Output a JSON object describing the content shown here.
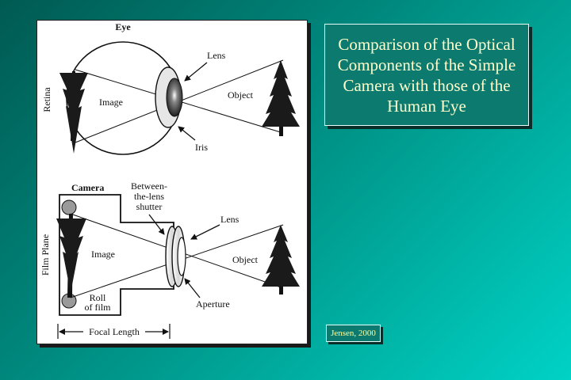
{
  "slide": {
    "title": "Comparison of the Optical Components of the Simple Camera with those of the Human Eye",
    "credit": "Jensen, 2000"
  },
  "eye": {
    "heading": "Eye",
    "retina": "Retina",
    "image": "Image",
    "lens": "Lens",
    "object": "Object",
    "iris": "Iris"
  },
  "camera": {
    "heading": "Camera",
    "shutter_line1": "Between-",
    "shutter_line2": "the-lens",
    "shutter_line3": "shutter",
    "lens": "Lens",
    "film_plane": "Film Plane",
    "image": "Image",
    "object": "Object",
    "roll_line1": "Roll",
    "roll_line2": "of film",
    "aperture": "Aperture",
    "focal_length": "Focal Length"
  },
  "colors": {
    "background_dark": "#005a52",
    "background_light": "#00d2c6",
    "title_box": "#0d7a70",
    "title_text": "#ffffcc",
    "credit_text": "#ffff99"
  }
}
